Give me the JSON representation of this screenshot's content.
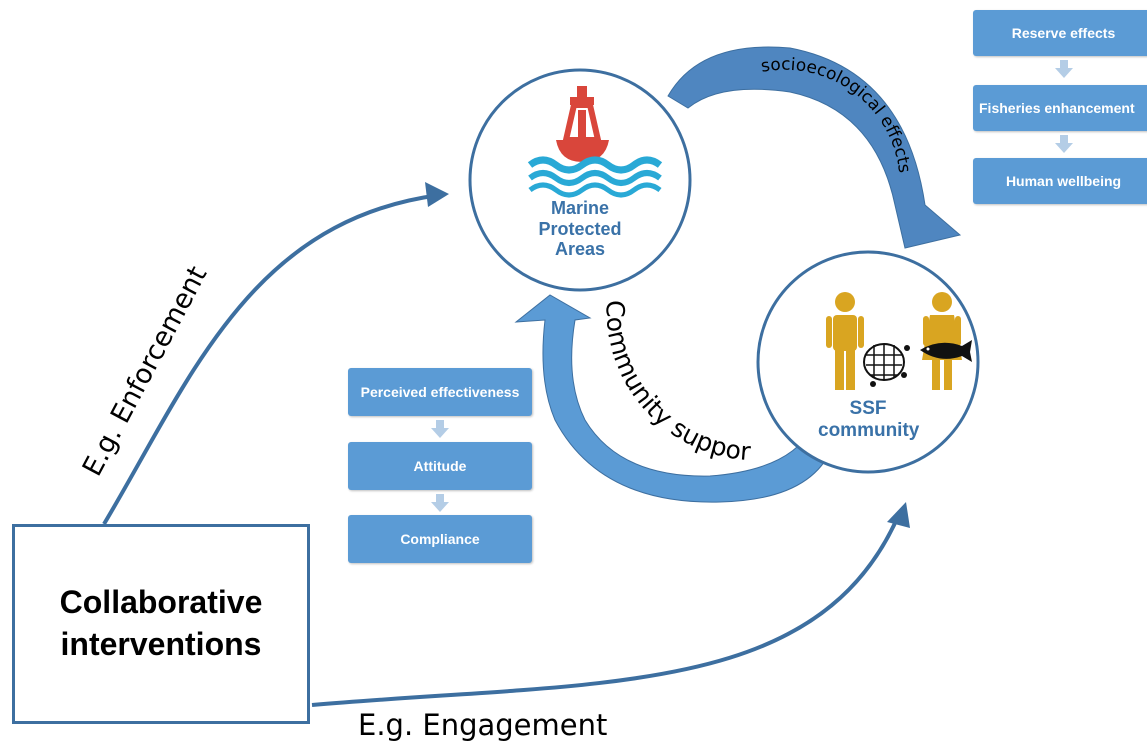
{
  "colors": {
    "arrow": "#3d6fa0",
    "circle_border": "#3d6fa0",
    "box_fill": "#5b9bd5",
    "box_text": "#ffffff",
    "step_arrow": "#b4cde6",
    "circle_label": "#3a72a8",
    "buoy_red": "#d9463b",
    "wave_blue": "#29a9d6",
    "person_gold": "#d9a521"
  },
  "main_box": {
    "label": "Collaborative\ninterventions"
  },
  "mpa": {
    "label": "Marine\nProtected\nAreas",
    "icon": "buoy-icon"
  },
  "ssf": {
    "label": "SSF\ncommunity",
    "icon": "fishers-icon"
  },
  "arrows": {
    "enforcement": "E.g. Enforcement",
    "engagement": "E.g. Engagement",
    "socioecological": "socioecological effects",
    "community_support": "Community support"
  },
  "top_right_steps": [
    "Reserve effects",
    "Fisheries enhancement",
    "Human wellbeing"
  ],
  "middle_steps": [
    "Perceived effectiveness",
    "Attitude",
    "Compliance"
  ]
}
